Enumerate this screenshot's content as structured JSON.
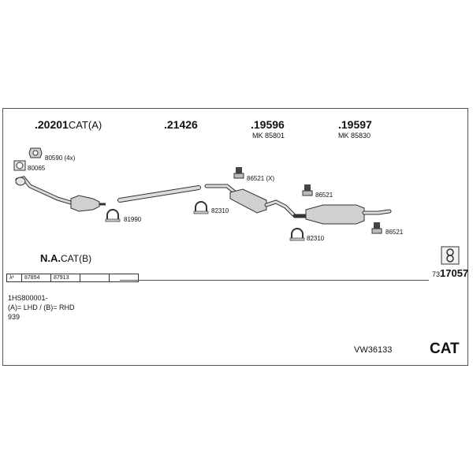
{
  "parts": {
    "cat_prefix": ".",
    "cat_number": "20201",
    "cat_suffix": "CAT(A)",
    "pipe_number": ".21426",
    "muffler1_number": ".19596",
    "muffler1_mk": "MK 85801",
    "muffler2_number": ".19597",
    "muffler2_mk": "MK 85830"
  },
  "accessories": {
    "a80590": "80590 (4x)",
    "a80065": "80065",
    "a81990": "81990",
    "a82310_1": "82310",
    "a86521x": "86521 (X)",
    "a86521_1": "86521",
    "a82310_2": "82310",
    "a86521_2": "86521"
  },
  "na": {
    "bold": "N.A.",
    "rest": "CAT(B)"
  },
  "lambda": {
    "symbol": "λ¹",
    "cells": [
      "87854",
      "87913",
      "",
      ""
    ]
  },
  "reference": {
    "prefix": "73",
    "main": "17057"
  },
  "notes": {
    "line1": "1HS800001-",
    "line2": "(A)= LHD / (B)= RHD",
    "line3": "939"
  },
  "code": "VW36133",
  "cat_label": "CAT",
  "colors": {
    "part_fill": "#d9d9d9",
    "part_stroke": "#333333",
    "frame": "#555555"
  }
}
